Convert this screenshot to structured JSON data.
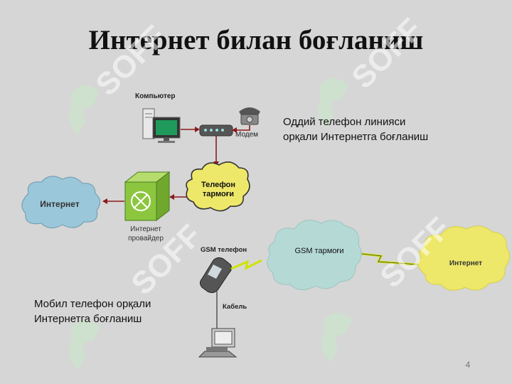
{
  "slide": {
    "title": "Интернет билан боғланиш",
    "caption_phone_line": [
      "Оддий телефон линияси",
      "орқали Интернетга боғланиш"
    ],
    "caption_mobile": [
      "Мобил телефон орқали",
      "Интернетга боғланиш"
    ],
    "page_number": "4"
  },
  "diagram_top": {
    "computer_label": "Компьютер",
    "modem_label": "Модем",
    "telephone_network_label": [
      "Телефон",
      "тармоғи"
    ],
    "internet_label": "Интернет",
    "provider_label": [
      "Интернет",
      "провайдер"
    ]
  },
  "diagram_bottom": {
    "gsm_phone_label": "GSM телефон",
    "gsm_network_label": "GSM тармоғи",
    "internet_label": "Интернет",
    "cable_label": "Кабель"
  },
  "watermark": {
    "text": "SOFF"
  },
  "colors": {
    "cloud_blue": "#9ac7d9",
    "cloud_yellow": "#eee86a",
    "provider_green": "#8cc63f",
    "arrow_red": "#8b1a1a",
    "line_lightning": "#cfe300"
  }
}
